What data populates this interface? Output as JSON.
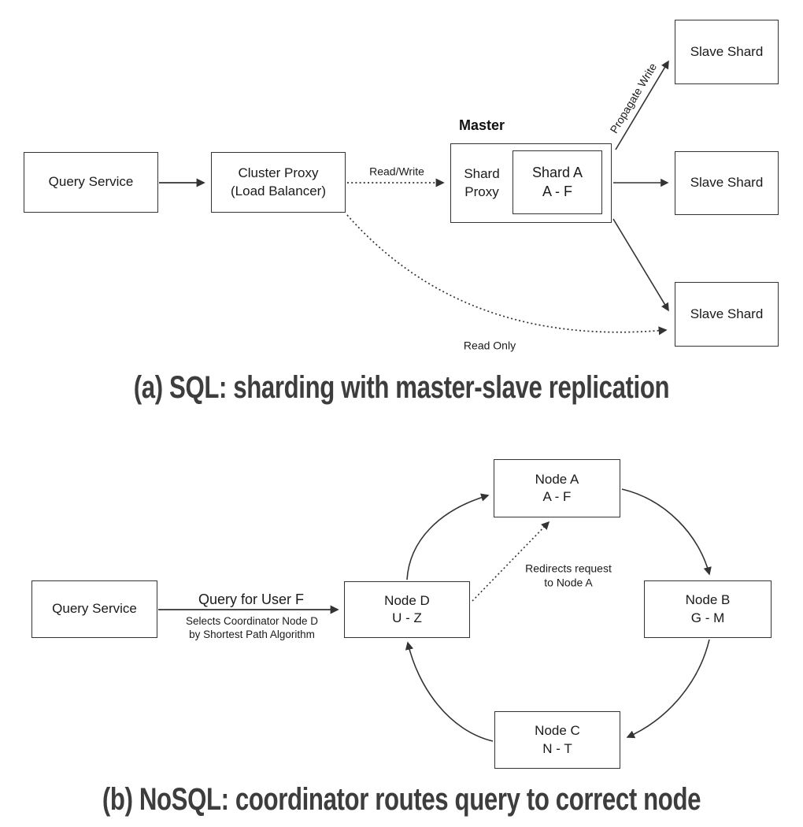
{
  "diagram_a": {
    "caption": "(a) SQL: sharding with master-slave replication",
    "boxes": {
      "query_service": "Query Service",
      "cluster_proxy_line1": "Cluster Proxy",
      "cluster_proxy_line2": "(Load Balancer)",
      "master_title": "Master",
      "shard_proxy_line1": "Shard",
      "shard_proxy_line2": "Proxy",
      "shard_a_line1": "Shard A",
      "shard_a_line2": "A - F"
    },
    "slave_shards": [
      "Slave Shard",
      "Slave Shard",
      "Slave Shard"
    ],
    "labels": {
      "read_write": "Read/Write",
      "propagate_write": "Propagate Write",
      "read_only": "Read Only"
    }
  },
  "diagram_b": {
    "caption": "(b) NoSQL: coordinator routes query to correct node",
    "boxes": {
      "query_service": "Query Service",
      "node_a_line1": "Node A",
      "node_a_line2": "A - F",
      "node_b_line1": "Node B",
      "node_b_line2": "G - M",
      "node_c_line1": "Node C",
      "node_c_line2": "N - T",
      "node_d_line1": "Node D",
      "node_d_line2": "U - Z"
    },
    "labels": {
      "query_for_user": "Query for User F",
      "selects_line1": "Selects Coordinator Node D",
      "selects_line2": "by Shortest Path Algorithm",
      "redirects_line1": "Redirects request",
      "redirects_line2": "to Node A"
    }
  },
  "colors": {
    "background": "#ffffff",
    "line": "#333333",
    "text": "#1a1a1a",
    "caption": "#3d3d3d"
  }
}
